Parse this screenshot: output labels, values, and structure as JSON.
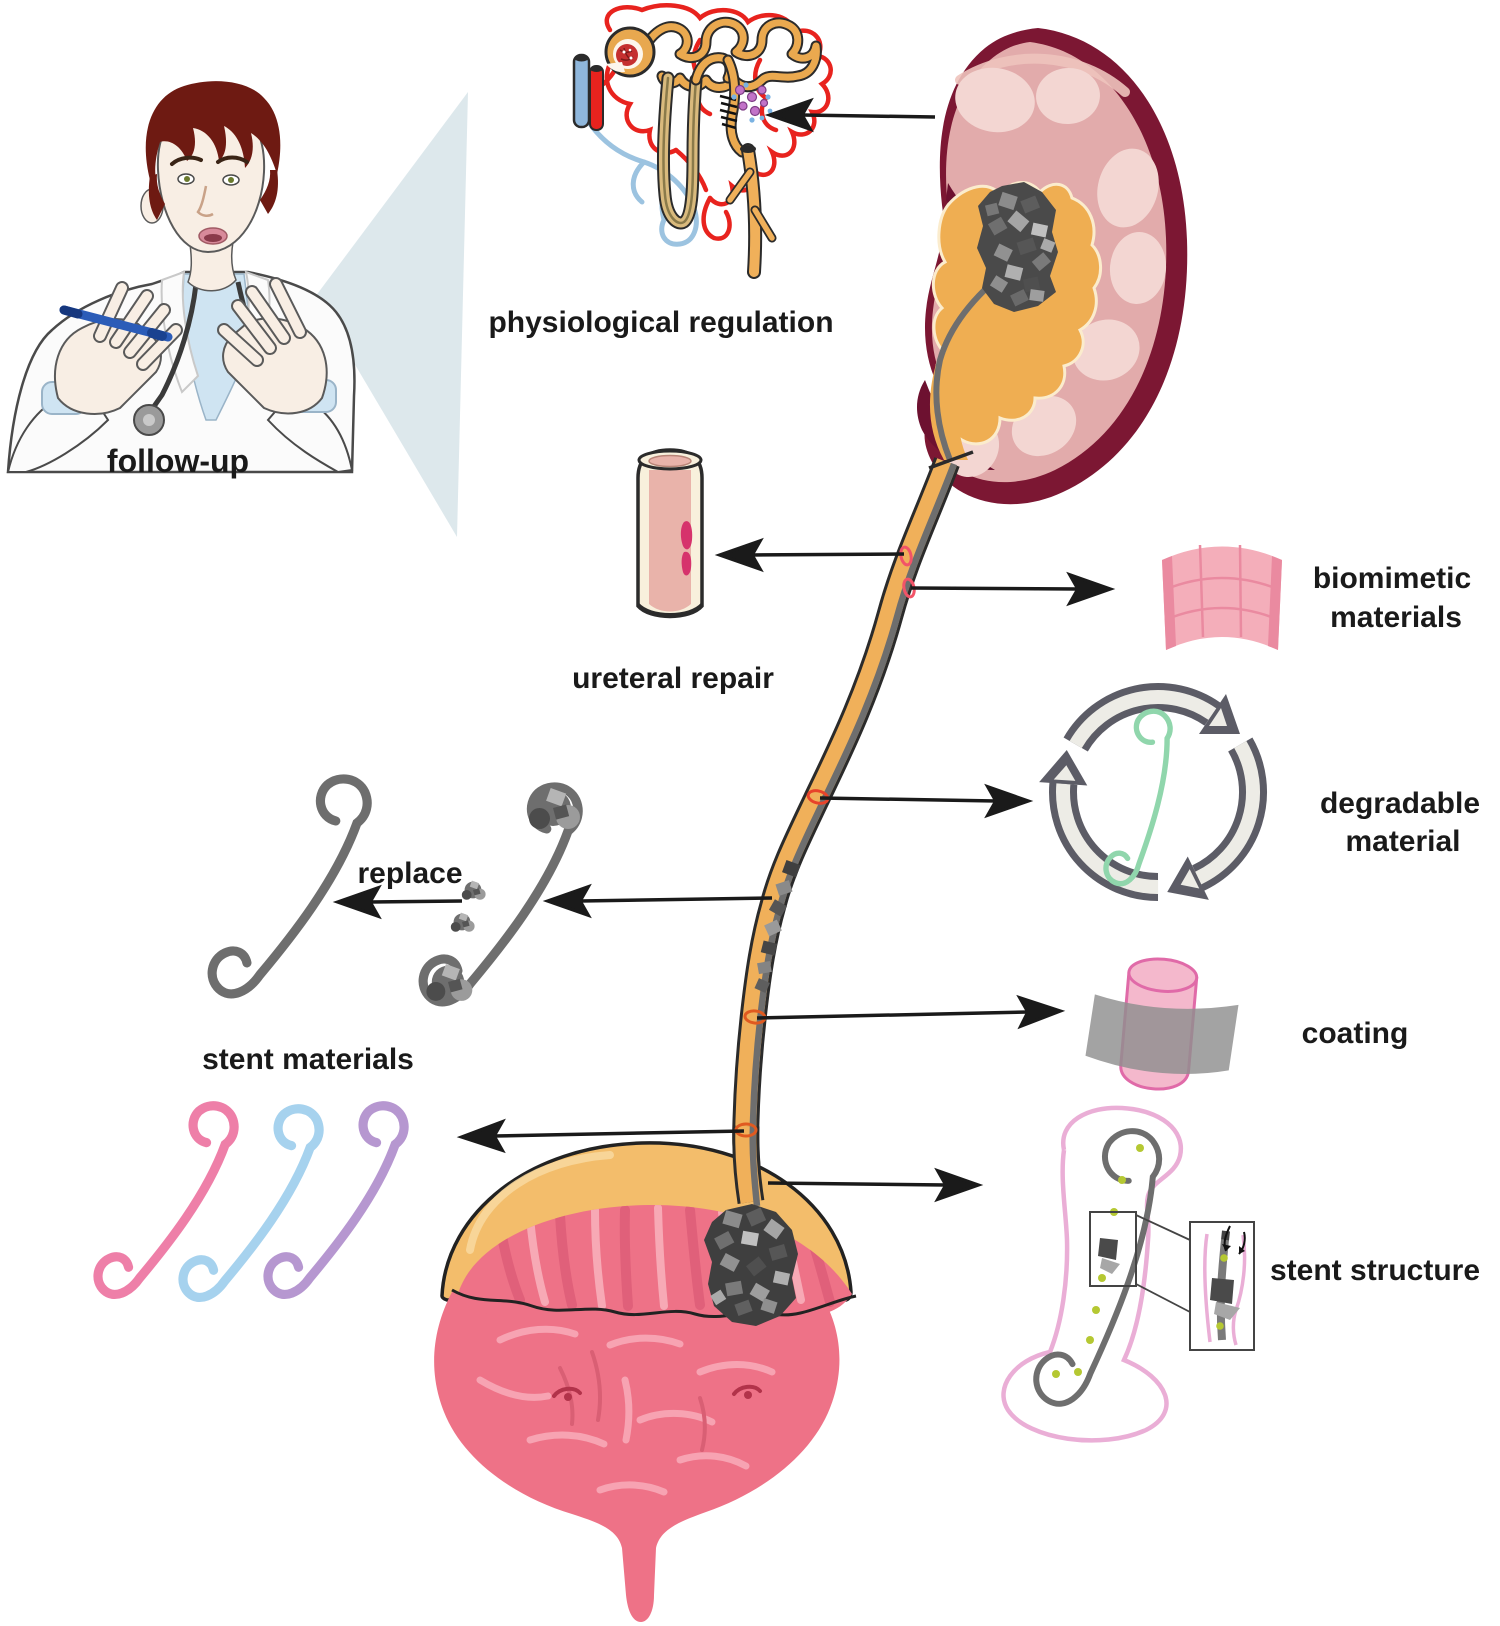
{
  "diagram": {
    "type": "medical-illustration",
    "subject": "ureteral stent research overview across kidney, ureter and bladder",
    "labels": {
      "follow_up": "follow-up",
      "physiological_regulation": "physiological regulation",
      "ureteral_repair": "ureteral repair",
      "biomimetic_line1": "biomimetic",
      "biomimetic_line2": "materials",
      "degradable_line1": "degradable",
      "degradable_line2": "material",
      "replace": "replace",
      "stent_materials": "stent materials",
      "coating": "coating",
      "stent_structure": "stent structure"
    },
    "icons": {
      "doctor-icon": "physician explaining (follow-up)",
      "nephron-icon": "nephron with glomerulus and vessels",
      "kidney-icon": "kidney cross-section with stone",
      "ureter-icon": "ureter tube with indwelling stent",
      "bladder-icon": "bladder cross-section with stone",
      "repair-tube-icon": "ureteral wall segment with lesion",
      "grid-patch-icon": "pink biomimetic mesh patch",
      "recycle-icon": "three-arrow degradable-material symbol",
      "double-j-stent-icon": "double-J ureteral stent",
      "encrusted-stent-icon": "stent with encrustation deposits",
      "coating-band-icon": "cylinder wrapped with coating band",
      "inset-zoom-icon": "magnified inset boxes with connector lines"
    },
    "colors": {
      "arrow": "#1a1a1a",
      "marker_red": "#ef4b3a",
      "outline_dark": "#2b2b2b",
      "ureter_orange": "#f0b05a",
      "stent_gray": "#6e6e6e",
      "kidney_capsule": "#7c1733",
      "kidney_cortex": "#e2abab",
      "kidney_pyramid": "#f3d6d2",
      "stone_gray": "#5a5a5a",
      "bladder_pink": "#ee7287",
      "bladder_dome": "#f3bd6b",
      "fold_light": "#f7a9b5",
      "fold_dark": "#e0607a",
      "stent_pink": "#ee7fa8",
      "stent_blue": "#a6d2ee",
      "stent_purple": "#b697d0",
      "stent_green": "#90d6ac",
      "patch_pink": "#f4aeba",
      "patch_edge": "#ea8aa0",
      "coating_pink": "#f4b8cc",
      "coating_band": "#8f8f8f",
      "recycle_dark": "#5c5c66",
      "recycle_light": "#edece6",
      "callout_triangle": "#dde8ec",
      "capillary_red": "#e8231e",
      "vessel_blue": "#9cc3e0",
      "dot_purple": "#c273c8",
      "dot_blue": "#7ab2e2",
      "dot_yellowgreen": "#b5c832",
      "skin": "#f8eee4",
      "hair": "#6e1a12",
      "shirt_blue": "#cfe4f2",
      "coat_white": "#fbfbfb",
      "pen_blue": "#2b5cb8"
    },
    "connections": [
      {
        "from": "kidney",
        "to": "nephron",
        "meaning": "physiological regulation"
      },
      {
        "from": "upper-ureter",
        "to": "ureteral-repair"
      },
      {
        "from": "upper-ureter",
        "to": "biomimetic-materials"
      },
      {
        "from": "mid-ureter",
        "to": "degradable-material"
      },
      {
        "from": "encrusted-stent-in-ureter",
        "to": "removed-encrusted-stent"
      },
      {
        "from": "removed-encrusted-stent",
        "to": "new-stent",
        "label": "replace"
      },
      {
        "from": "lower-ureter",
        "to": "coating"
      },
      {
        "from": "lower-ureter",
        "to": "stent-materials"
      },
      {
        "from": "ureterovesical-junction",
        "to": "stent-structure"
      },
      {
        "from": "doctor",
        "to": "diagram",
        "label": "follow-up"
      }
    ]
  }
}
